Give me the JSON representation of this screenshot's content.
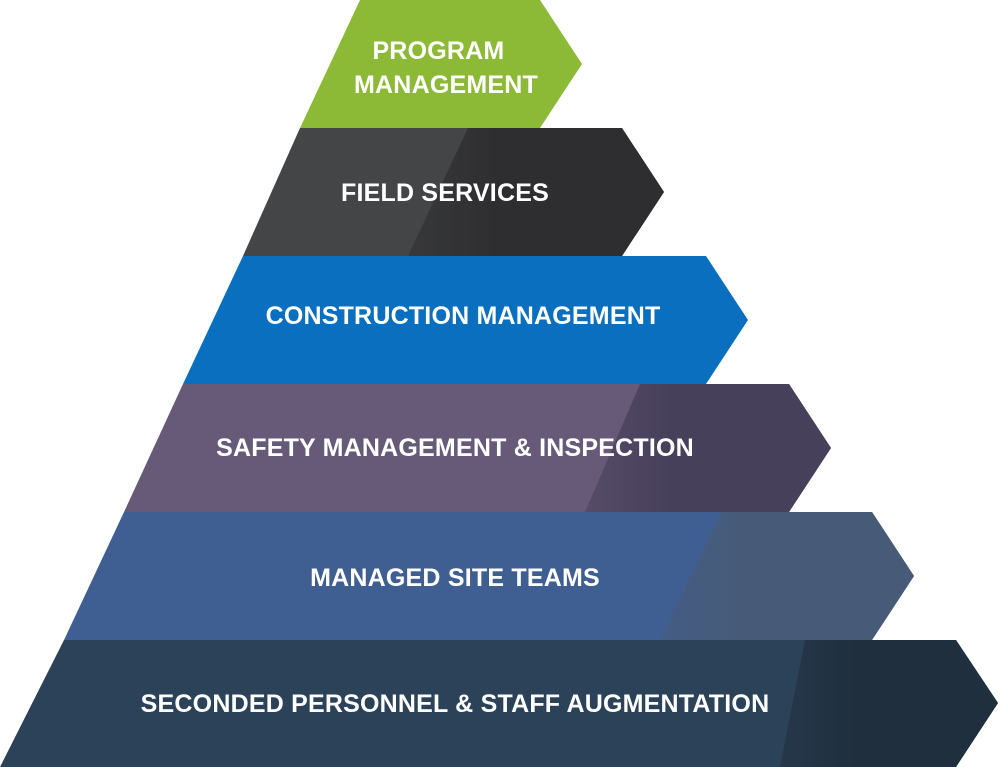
{
  "tiers": [
    {
      "lines": [
        "PROGRAM",
        "MANAGEMENT"
      ],
      "main_color": "#8dba36",
      "accent_color": "#96c03a"
    },
    {
      "lines": [
        "FIELD SERVICES"
      ],
      "main_color": "#444547",
      "accent_color": "#2e2e30"
    },
    {
      "lines": [
        "CONSTRUCTION MANAGEMENT"
      ],
      "main_color": "#0a6fbf",
      "accent_color": "#0a6fbf"
    },
    {
      "lines": [
        "SAFETY MANAGEMENT & INSPECTION"
      ],
      "main_color": "#675a78",
      "accent_color": "#47405a"
    },
    {
      "lines": [
        "MANAGED SITE TEAMS"
      ],
      "main_color": "#3f5f93",
      "accent_color": "#475b78"
    },
    {
      "lines": [
        "SECONDED PERSONNEL & STAFF AUGMENTATION"
      ],
      "main_color": "#2c4258",
      "accent_color": "#1f2f3e"
    }
  ]
}
